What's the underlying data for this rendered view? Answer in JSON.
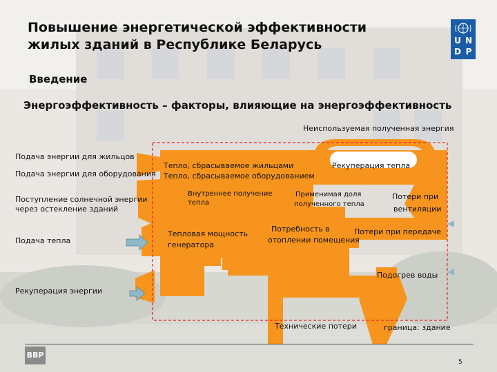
{
  "title_lines": [
    "Повышение энергетической эффективности",
    "жилых зданий в Республике Беларусь"
  ],
  "un_logo_letters": [
    "U",
    "N",
    "D",
    "P"
  ],
  "section_heading": "Введение",
  "subtitle": "Энергоэффективность – факторы, влияющие на энергоэффективность",
  "diagram": {
    "input_labels": [
      "Подача энергии для жильцов",
      "Подача энергии для оборудования",
      "Поступление солнечной энергии",
      "через остекление зданий",
      "Подача тепла",
      "Рекуперация энергии"
    ],
    "inner_labels": {
      "unused_energy": "Неиспользуемая полученная энергия",
      "heat_occupants": "Тепло, сбрасываемое жильцами",
      "heat_equipment": "Тепло, сбрасываемое оборудованием",
      "heat_recovery": "Рекуперация тепла",
      "internal_gain_1": "Внутреннее получение",
      "internal_gain_2": "тепла",
      "usable_share_1": "Применимая доля",
      "usable_share_2": "полученного тепла",
      "vent_loss_1": "Потери при",
      "vent_loss_2": "вентиляции",
      "generator_1": "Тепловая мощность",
      "generator_2": "генератора",
      "demand_1": "Потребность в",
      "demand_2": "отоплении помещения",
      "transfer_loss": "Потери при передаче",
      "water_heating": "Подогрев воды",
      "tech_losses": "Технические потери",
      "boundary": "граница: здание"
    },
    "colors": {
      "flow": "#f7941d",
      "boundary": "#e8212b",
      "input_arrow": "#8fb8c8"
    }
  },
  "footer": {
    "logo_text": "BBP",
    "page_number": "5"
  }
}
